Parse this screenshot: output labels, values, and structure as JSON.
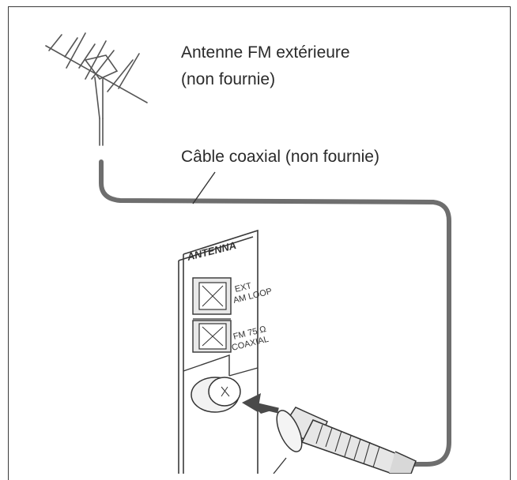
{
  "labels": {
    "antenna_name": "Antenne FM extérieure",
    "antenna_note": "(non fournie)",
    "cable": "Câble coaxial (non fournie)"
  },
  "panel": {
    "title": "ANTENNA",
    "ext_line1": "EXT",
    "ext_line2": "AM LOOP",
    "fm_line1": "FM 75 Ω",
    "fm_line2": "COAXIAL"
  },
  "colors": {
    "line": "#3a3a3a",
    "cable": "#6e6e6e",
    "arrow": "#4a4a4a",
    "connector": "#e6e6e6"
  }
}
